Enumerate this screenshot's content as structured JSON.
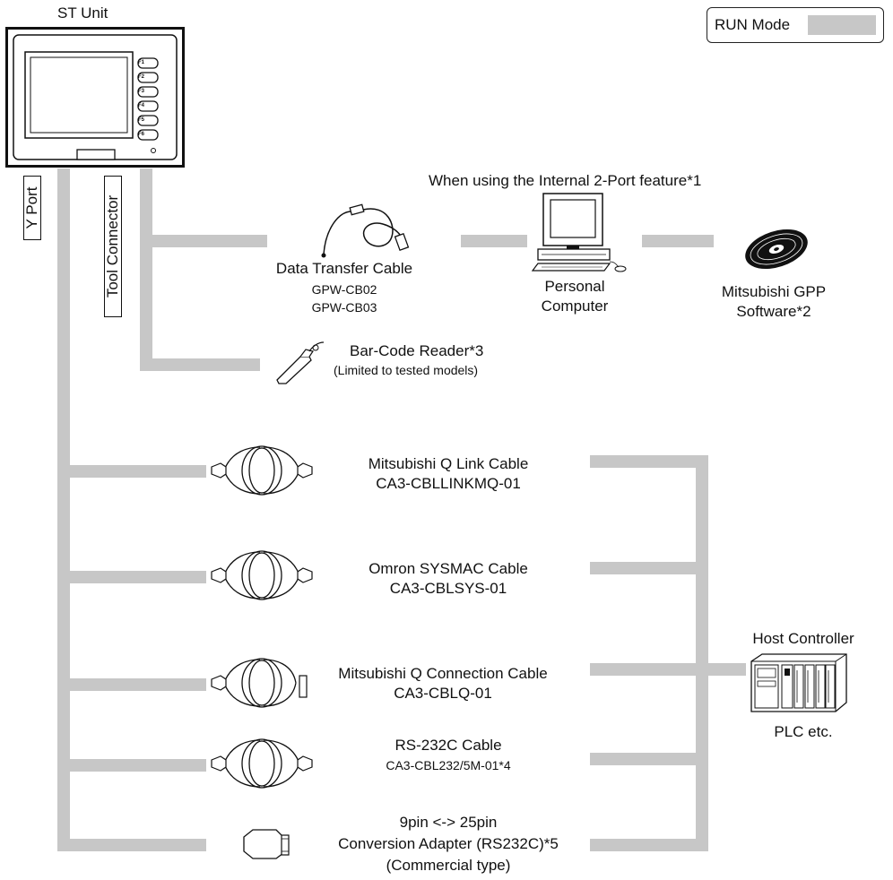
{
  "st_unit": {
    "title": "ST Unit",
    "function_keys": [
      "F1",
      "F2",
      "F3",
      "F4",
      "F5",
      "F6"
    ]
  },
  "run_mode": {
    "label": "RUN Mode",
    "highlight_color": "#c7c7c7"
  },
  "ports": {
    "y_port": "Y Port",
    "tool_connector": "Tool Connector"
  },
  "internal_2port": "When using the Internal 2-Port feature*1",
  "data_transfer_cable": {
    "name": "Data Transfer Cable",
    "models": [
      "GPW-CB02",
      "GPW-CB03"
    ]
  },
  "personal_computer": {
    "line1": "Personal",
    "line2": "Computer"
  },
  "gpp_software": {
    "line1": "Mitsubishi GPP",
    "line2": "Software*2"
  },
  "bar_code_reader": {
    "name": "Bar-Code Reader*3",
    "note": "(Limited to tested models)"
  },
  "cables": [
    {
      "name": "Mitsubishi Q Link  Cable",
      "model": "CA3-CBLLINKMQ-01"
    },
    {
      "name": "Omron SYSMAC Cable",
      "model": "CA3-CBLSYS-01"
    },
    {
      "name": "Mitsubishi Q Connection Cable",
      "model": "CA3-CBLQ-01"
    },
    {
      "name": "RS-232C Cable",
      "model": "CA3-CBL232/5M-01*4"
    }
  ],
  "adapter": {
    "line1": "9pin <-> 25pin",
    "line2": "Conversion Adapter (RS232C)*5",
    "line3": "(Commercial type)"
  },
  "host_controller": {
    "title": "Host Controller",
    "subtitle": "PLC etc."
  },
  "colors": {
    "connector_bar": "#c7c7c7",
    "outline": "#111111"
  }
}
